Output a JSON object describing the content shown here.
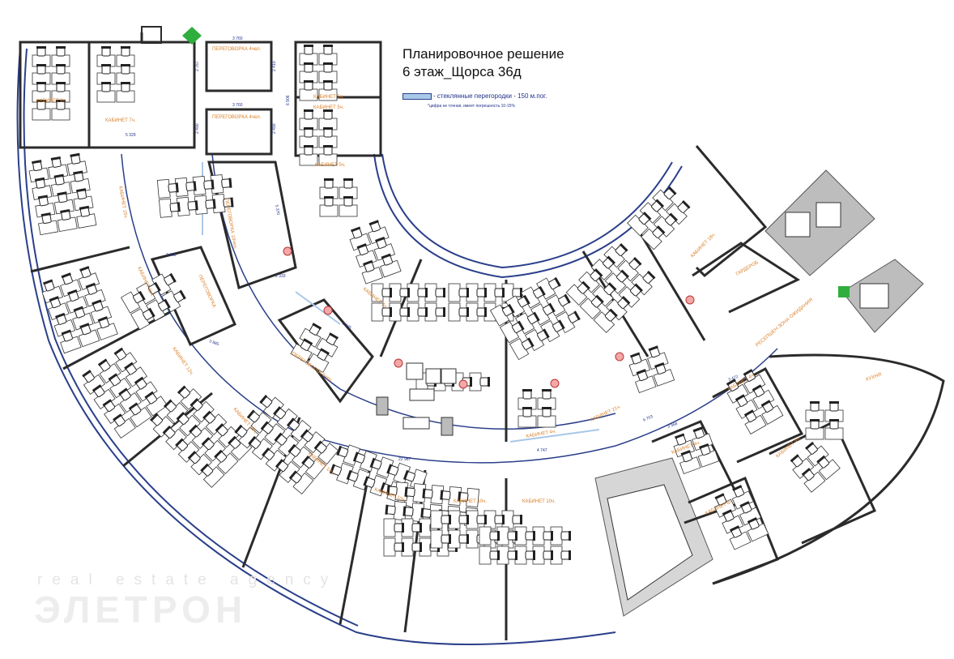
{
  "title": {
    "line1": "Планировочное решение",
    "line2": "6 этаж_Щорса 36д"
  },
  "legend": {
    "swatch_color": "#a9c9e8",
    "text": "- стеклянные перегородки - 150 м.пог.",
    "note": "*цифра не точная, имеет погрешность 10-15%"
  },
  "colors": {
    "wall": "#2b2b2b",
    "glass": "#2a3f8a",
    "label": "#d9822b",
    "marker_green": "#2fae3e",
    "core_gray": "#bdbdbd"
  },
  "room_labels": {
    "cab8": "КАБИНЕТ 8ч.",
    "cab7a": "КАБИНЕТ 7ч.",
    "meet4a": "ПЕРЕГОВОРКА 4чел.",
    "meet4b": "ПЕРЕГОВОРКА 4чел.",
    "cab5a": "КАБИНЕТ 5ч.",
    "cab5b": "КАБИНЕТ 5ч.",
    "cab5c": "КАБИНЕТ 5ч.",
    "cab15a": "КАБИНЕТ 15ч.",
    "meet10": "ПЕРЕГОВОРКА 10чел.",
    "cab11": "КАБИНЕТ 11ч.",
    "meet6a": "ПЕРЕГОВОРКА",
    "cab12": "КАБИНЕТ 12ч.",
    "cab7b": "КАБИНЕТ 7ч.",
    "meet6b": "ПЕРЕГОВОРКА 6чел.",
    "cab15b": "КАБИНЕТ 15ч.",
    "cab14": "КАБИНЕТ 14ч.",
    "cab10a": "КАБИНЕТ 10ч.",
    "cab10b": "КАБИНЕТ 10ч.",
    "cab10c": "КАБИНЕТ 10ч.",
    "cab18": "КАБИНЕТ 18ч.",
    "wardrobe": "ГАРДЕРОБ",
    "reception": "РЕСЕПШЕН ЗОНА ОЖИДАНИЯ",
    "cab21": "КАБИНЕТ 21ч.",
    "cab4a": "КАБИНЕТ 4ч.",
    "cab4b": "КАБИНЕТ 4ч.",
    "cab4c": "КАБИНЕТ 4ч.",
    "cab4d": "КАБИНЕТ 4ч.",
    "cab6": "КАБИНЕТ 6ч.",
    "kitchen": "КУХНЯ"
  },
  "dimensions": {
    "d5329": "5 329",
    "d3760a": "3 760",
    "d3760b": "3 760",
    "d2767": "2 767",
    "d2410": "2 410",
    "d2490a": "2 490",
    "d2490b": "2 490",
    "d6906": "6 906",
    "d3465": "3 465",
    "d5370": "5 370",
    "d2333": "2 333",
    "d4695": "4 695",
    "d3885": "3 885",
    "d22987": "22 987",
    "d4747": "4 747",
    "d3368": "3 368",
    "d3472": "3 472",
    "d6703": "6 703"
  },
  "watermark": {
    "line1": "real estate agency",
    "line2": "ЭЛЕТРОН"
  }
}
